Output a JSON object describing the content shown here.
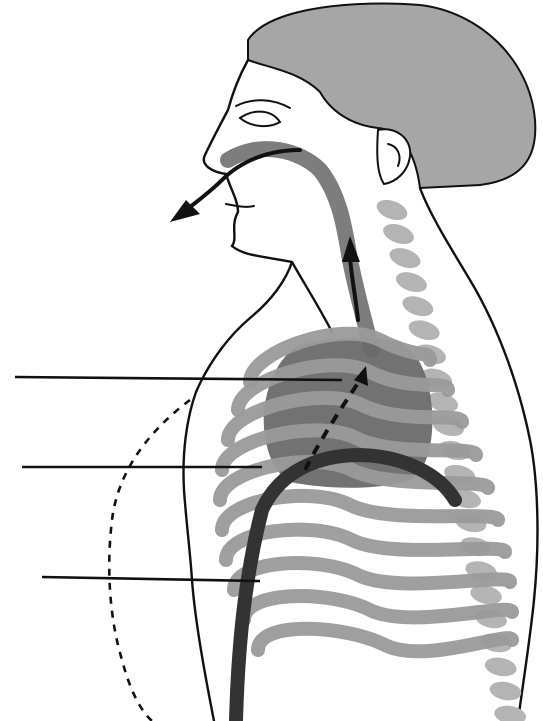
{
  "diagram": {
    "subject": "exhalation",
    "colors": {
      "background": "#ffffff",
      "outline": "#111111",
      "hair": "#a6a6a6",
      "airway": "#6f6f6f",
      "lung": "#6a6a6a",
      "rib": "#9a9a9a",
      "spine": "#b4b4b4",
      "diaphragm": "#333333",
      "arrow": "#111111",
      "leader_line": "#111111"
    },
    "labels": [
      {
        "id": "upper",
        "text": ""
      },
      {
        "id": "middle",
        "text": ""
      },
      {
        "id": "lower",
        "text": ""
      }
    ]
  }
}
